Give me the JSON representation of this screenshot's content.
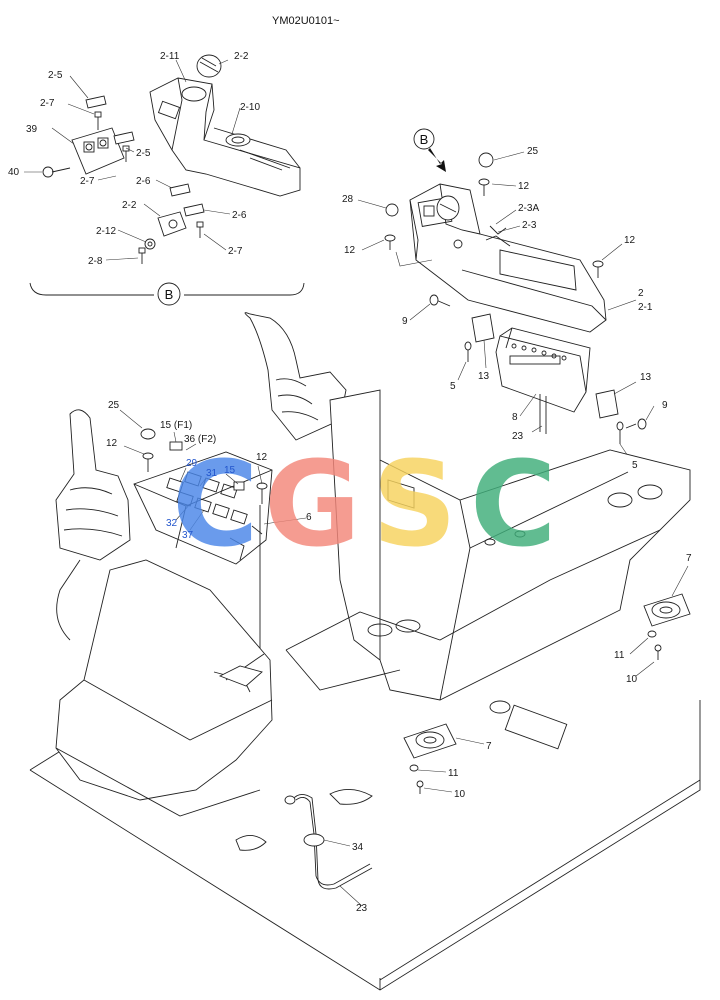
{
  "document_code": "YM02U0101~",
  "detail_view": {
    "label": "B"
  },
  "watermark": {
    "letters": [
      "C",
      "G",
      "S",
      "C"
    ],
    "colors": [
      "#4a86e8",
      "#f4877a",
      "#f7d35e",
      "#3fae7a"
    ]
  },
  "callouts": [
    {
      "id": "c1",
      "text": "2-2"
    },
    {
      "id": "c2",
      "text": "2-11"
    },
    {
      "id": "c3",
      "text": "2-5"
    },
    {
      "id": "c4",
      "text": "2-7"
    },
    {
      "id": "c5",
      "text": "2-10"
    },
    {
      "id": "c6",
      "text": "39"
    },
    {
      "id": "c7",
      "text": "2-5"
    },
    {
      "id": "c8",
      "text": "40"
    },
    {
      "id": "c9",
      "text": "2-7"
    },
    {
      "id": "c10",
      "text": "2-6"
    },
    {
      "id": "c11",
      "text": "2-2"
    },
    {
      "id": "c12",
      "text": "2-6"
    },
    {
      "id": "c13",
      "text": "2-12"
    },
    {
      "id": "c14",
      "text": "2-7"
    },
    {
      "id": "c15",
      "text": "2-8"
    },
    {
      "id": "c16",
      "text": "25"
    },
    {
      "id": "c17",
      "text": "12"
    },
    {
      "id": "c18",
      "text": "28"
    },
    {
      "id": "c19",
      "text": "2-3A"
    },
    {
      "id": "c20",
      "text": "2-3"
    },
    {
      "id": "c21",
      "text": "12"
    },
    {
      "id": "c22",
      "text": "12"
    },
    {
      "id": "c23",
      "text": "2"
    },
    {
      "id": "c24",
      "text": "2-1"
    },
    {
      "id": "c25",
      "text": "9"
    },
    {
      "id": "c26",
      "text": "5"
    },
    {
      "id": "c27",
      "text": "13"
    },
    {
      "id": "c28",
      "text": "13"
    },
    {
      "id": "c29",
      "text": "8"
    },
    {
      "id": "c30",
      "text": "9"
    },
    {
      "id": "c31",
      "text": "23"
    },
    {
      "id": "c32",
      "text": "5"
    },
    {
      "id": "c33",
      "text": "25"
    },
    {
      "id": "c34",
      "text": "15 (F1)"
    },
    {
      "id": "c35",
      "text": "36 (F2)"
    },
    {
      "id": "c36",
      "text": "12"
    },
    {
      "id": "c37",
      "text": "29"
    },
    {
      "id": "c38",
      "text": "31"
    },
    {
      "id": "c39",
      "text": "15"
    },
    {
      "id": "c40",
      "text": "12"
    },
    {
      "id": "c41",
      "text": "6"
    },
    {
      "id": "c42",
      "text": "32"
    },
    {
      "id": "c43",
      "text": "37"
    },
    {
      "id": "c44",
      "text": "7"
    },
    {
      "id": "c45",
      "text": "11"
    },
    {
      "id": "c46",
      "text": "10"
    },
    {
      "id": "c47",
      "text": "7"
    },
    {
      "id": "c48",
      "text": "11"
    },
    {
      "id": "c49",
      "text": "10"
    },
    {
      "id": "c50",
      "text": "34"
    },
    {
      "id": "c51",
      "text": "23"
    }
  ]
}
